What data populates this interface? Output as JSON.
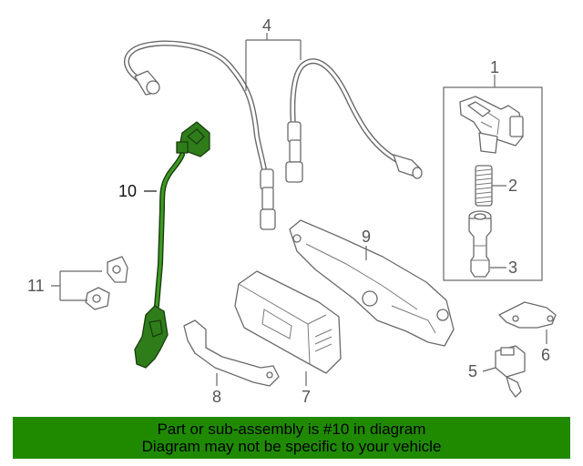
{
  "callouts": {
    "c1": "1",
    "c2": "2",
    "c3": "3",
    "c4": "4",
    "c5": "5",
    "c6": "6",
    "c7": "7",
    "c8": "8",
    "c9": "9",
    "c10": "10",
    "c11": "11"
  },
  "highlight_color": "#1f8a00",
  "selected_part_color": "#2e7d1a",
  "banner": {
    "line1": "Part or sub-assembly is #10 in diagram",
    "line2": "Diagram may not be specific to your vehicle"
  }
}
